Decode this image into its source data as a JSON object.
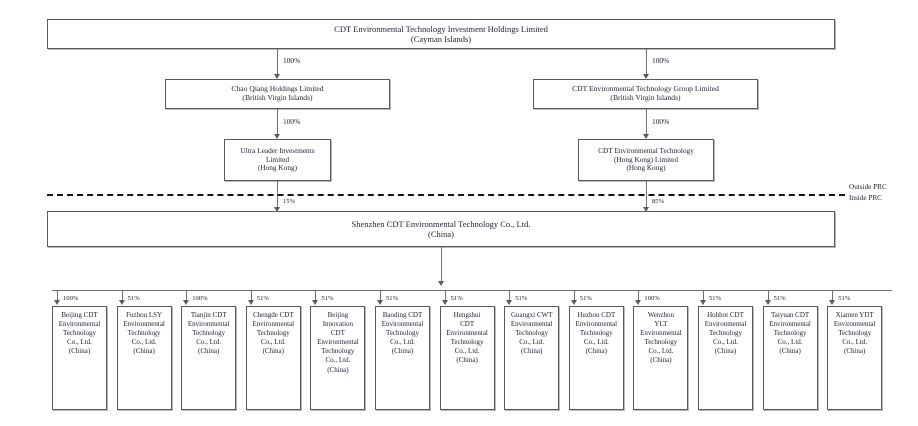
{
  "diagram": {
    "title": "Corporate structure chart",
    "colors": {
      "box_border": "#595959",
      "line": "#6e6e6e",
      "divider": "#11112a",
      "text": "#23233c",
      "background": "#ffffff"
    },
    "divider": {
      "outside_label": "Outside PRC",
      "inside_label": "Inside PRC"
    },
    "top": {
      "name": "CDT Environmental Technology Investment Holdings Limited",
      "jurisdiction": "(Cayman Islands)"
    },
    "level2": [
      {
        "key": "chao-qiang",
        "name": "Chao Qiang Holdings Limited",
        "jurisdiction": "(British Virgin Islands)",
        "ownership": "100%"
      },
      {
        "key": "cdt-group",
        "name": "CDT Environmental Technology Group Limited",
        "jurisdiction": "(British Virgin Islands)",
        "ownership": "100%"
      }
    ],
    "level3": [
      {
        "key": "ultra-leader",
        "lines": [
          "Ultra Leader Investments",
          "Limited",
          "(Hong Kong)"
        ],
        "ownership": "100%"
      },
      {
        "key": "cdt-hk",
        "lines": [
          "CDT Environmental Technology",
          "(Hong Kong) Limited",
          "(Hong Kong)"
        ],
        "ownership": "100%"
      }
    ],
    "wfoe": {
      "name": "Shenzhen CDT Environmental Technology Co., Ltd.",
      "jurisdiction": "(China)",
      "ownership_left": "15%",
      "ownership_right": "85%"
    },
    "subsidiaries": [
      {
        "key": "beijing-cdt",
        "ownership": "100%",
        "lines": [
          "Beijing CDT",
          "Environmental",
          "Technology",
          "Co., Ltd.",
          "(China)"
        ]
      },
      {
        "key": "fuzhou-lsy",
        "ownership": "51%",
        "lines": [
          "Fuzhou LSY",
          "Environmental",
          "Technology",
          "Co., Ltd.",
          "(China)"
        ]
      },
      {
        "key": "tianjin-cdt",
        "ownership": "100%",
        "lines": [
          "Tianjin CDT",
          "Environmental",
          "Technology",
          "Co., Ltd.",
          "(China)"
        ]
      },
      {
        "key": "chengde-cdt",
        "ownership": "51%",
        "lines": [
          "Chengde CDT",
          "Environmental",
          "Technology",
          "Co., Ltd.",
          "(China)"
        ]
      },
      {
        "key": "beijing-innovation",
        "ownership": "51%",
        "lines": [
          "Beijing",
          "Innovation",
          "CDT",
          "Environmental",
          "Technology",
          "Co., Ltd.",
          "(China)"
        ]
      },
      {
        "key": "baoding-cdt",
        "ownership": "51%",
        "lines": [
          "Baoding CDT",
          "Environmental",
          "Technology",
          "Co., Ltd.",
          "(China)"
        ]
      },
      {
        "key": "hengshui-cdt",
        "ownership": "51%",
        "lines": [
          "Hengshui",
          "CDT",
          "Environmental",
          "Technology",
          "Co., Ltd.",
          "(China)"
        ]
      },
      {
        "key": "guangxi-cwt",
        "ownership": "51%",
        "lines": [
          "Guangxi CWT",
          "Environmental",
          "Technology",
          "Co., Ltd.",
          "(China)"
        ]
      },
      {
        "key": "huzhou-cdt",
        "ownership": "51%",
        "lines": [
          "Huzhou CDT",
          "Environmental",
          "Technology",
          "Co., Ltd.",
          "(China)"
        ]
      },
      {
        "key": "wenzhou-ylt",
        "ownership": "100%",
        "lines": [
          "Wenzhou",
          "YLT",
          "Environmental",
          "Technology",
          "Co., Ltd.",
          "(China)"
        ]
      },
      {
        "key": "hohhot-cdt",
        "ownership": "51%",
        "lines": [
          "Hohhot CDT",
          "Environmental",
          "Technology",
          "Co., Ltd.",
          "(China)"
        ]
      },
      {
        "key": "taiyuan-cdt",
        "ownership": "51%",
        "lines": [
          "Taiyuan CDT",
          "Environmental",
          "Technology",
          "Co., Ltd.",
          "(China)"
        ]
      },
      {
        "key": "xiamen-ydt",
        "ownership": "51%",
        "lines": [
          "Xiamen YDT",
          "Environmental",
          "Technology",
          "Co., Ltd.",
          "(China)"
        ]
      }
    ]
  }
}
